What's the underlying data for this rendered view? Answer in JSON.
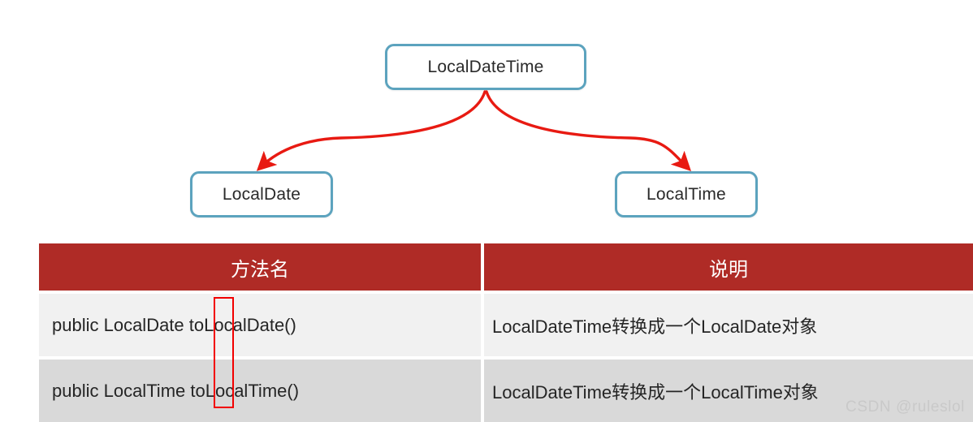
{
  "diagram": {
    "nodes": [
      {
        "id": "root",
        "label": "LocalDateTime"
      },
      {
        "id": "left",
        "label": "LocalDate"
      },
      {
        "id": "right",
        "label": "LocalTime"
      }
    ],
    "edges": [
      {
        "from": "LocalDateTime",
        "to": "LocalDate",
        "color": "#E81A12",
        "style": "curved-arrow"
      },
      {
        "from": "LocalDateTime",
        "to": "LocalTime",
        "color": "#E81A12",
        "style": "curved-arrow"
      }
    ],
    "node_border_color": "#5CA3BE"
  },
  "table": {
    "header_color": "#AF2B26",
    "row_odd_color": "#F1F1F1",
    "row_even_color": "#D9D9D9",
    "headers": [
      "方法名",
      "说明"
    ],
    "rows": [
      {
        "method": "public LocalDate toLocalDate()",
        "description": "LocalDateTime转换成一个LocalDate对象"
      },
      {
        "method": "public LocalTime toLocalTime()",
        "description": "LocalDateTime转换成一个LocalTime对象"
      }
    ]
  },
  "annotation": {
    "shape": "rectangle",
    "color": "#F20000"
  },
  "watermark": {
    "text": "CSDN @ruleslol"
  }
}
